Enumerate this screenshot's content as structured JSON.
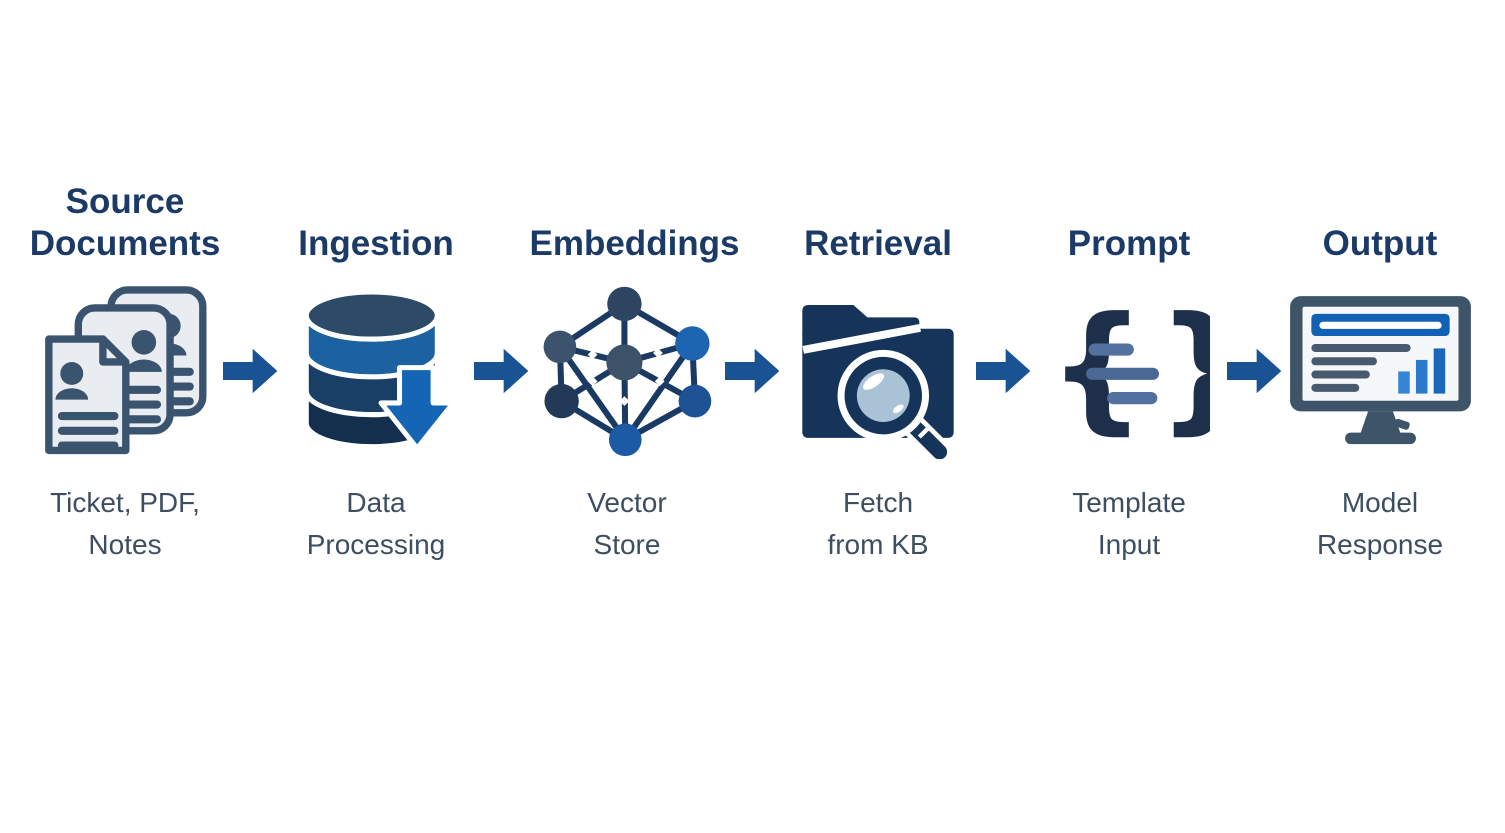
{
  "diagram": {
    "type": "pipeline-flow",
    "background": "#ffffff",
    "colors": {
      "heading": "#1b3a66",
      "caption": "#3e4e61",
      "arrow": "#1a5394",
      "icon_navy": "#16345a",
      "icon_slate": "#3a536e",
      "icon_bright_blue": "#1565b5",
      "icon_light_fill": "#e9edf2",
      "lens_blue": "#a9c2d6"
    },
    "stages": [
      {
        "title": "Source\nDocuments",
        "caption": "Ticket, PDF,\nNotes",
        "icon": "documents-icon"
      },
      {
        "title": "Ingestion",
        "caption": "Data\nProcessing",
        "icon": "database-ingest-icon"
      },
      {
        "title": "Embeddings",
        "caption": "Vector\nStore",
        "icon": "vector-network-icon"
      },
      {
        "title": "Retrieval",
        "caption": "Fetch\nfrom KB",
        "icon": "folder-search-icon"
      },
      {
        "title": "Prompt",
        "caption": "Template\nInput",
        "icon": "braces-template-icon"
      },
      {
        "title": "Output",
        "caption": "Model\nResponse",
        "icon": "monitor-response-icon"
      }
    ],
    "connector": "right-block-arrow"
  }
}
